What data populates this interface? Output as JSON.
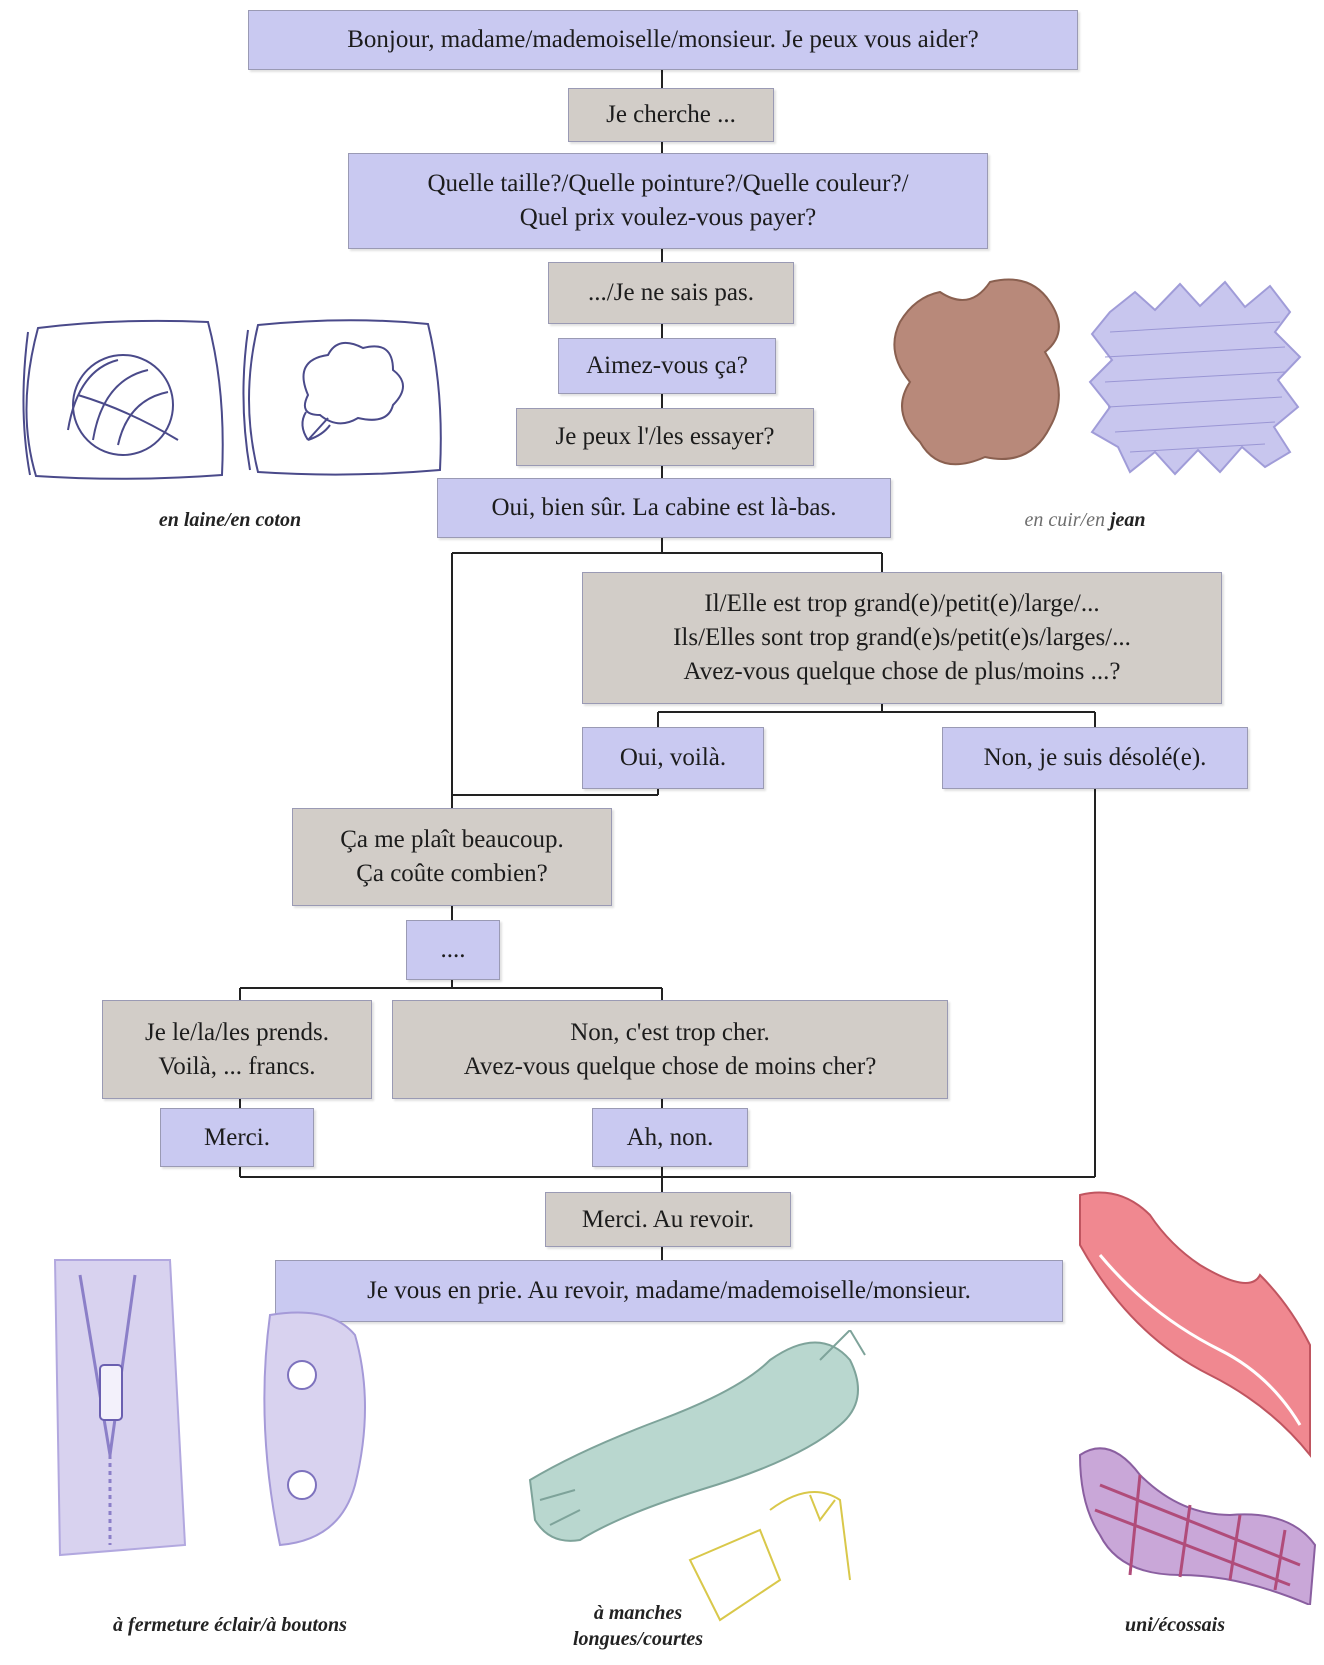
{
  "colors": {
    "speaker_vendeur": "#c9c9f1",
    "speaker_client": "#d2cdc8",
    "connector": "#222222"
  },
  "flow": {
    "bonjour": "Bonjour, madame/mademoiselle/monsieur. Je peux vous aider?",
    "je_cherche": "Je cherche ...",
    "quelle_taille": "Quelle taille?/Quelle pointure?/Quelle couleur?/\nQuel prix voulez-vous payer?",
    "je_ne_sais_pas": ".../Je ne sais pas.",
    "aimez_vous": "Aimez-vous ça?",
    "essayer": "Je peux l'/les essayer?",
    "cabine": "Oui, bien sûr. La cabine est là-bas.",
    "trop_grand": "Il/Elle est trop grand(e)/petit(e)/large/...\nIls/Elles sont trop grand(e)s/petit(e)s/larges/...\nAvez-vous quelque chose de plus/moins ...?",
    "oui_voila": "Oui, voilà.",
    "desole": "Non, je suis désolé(e).",
    "plait": "Ça me plaît beaucoup.\nÇa coûte combien?",
    "dots": "....",
    "prends": "Je le/la/les prends.\nVoilà, ... francs.",
    "trop_cher": "Non, c'est trop cher.\nAvez-vous quelque chose de moins cher?",
    "merci": "Merci.",
    "ah_non": "Ah, non.",
    "au_revoir": "Merci. Au revoir.",
    "je_vous_en_prie": "Je vous en prie. Au revoir, madame/mademoiselle/monsieur."
  },
  "captions": {
    "laine_coton": "en laine/en coton",
    "cuir_prefix": "en cuir/en",
    "cuir_jean": "jean",
    "fermeture": "à fermeture éclair/à boutons",
    "manches": "à manches\nlongues/courtes",
    "uni": "uni/écossais"
  },
  "icons": [
    "wool-ball-icon",
    "cotton-flower-icon",
    "leather-swatch-icon",
    "denim-swatch-icon",
    "zipper-icon",
    "buttons-icon",
    "shirt-sleeve-icon",
    "plain-fabric-icon",
    "tartan-fabric-icon"
  ]
}
